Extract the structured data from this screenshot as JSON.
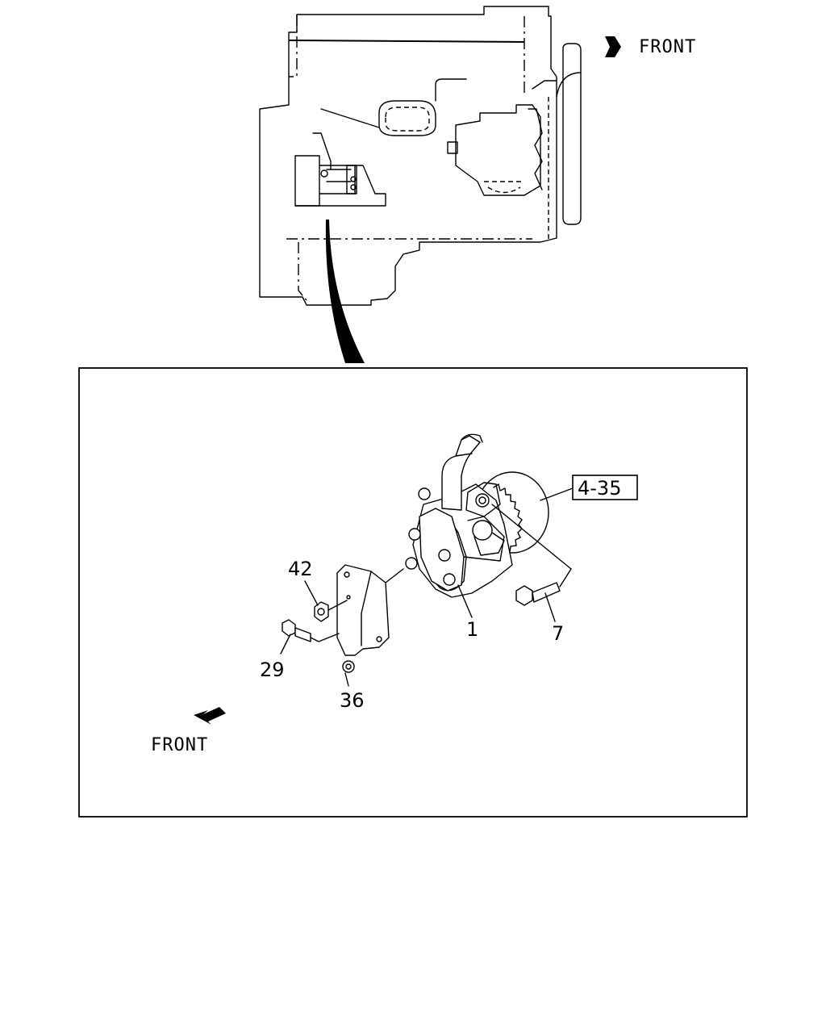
{
  "labels": {
    "front_top": "FRONT",
    "front_bottom": "FRONT",
    "ref_box": "4-35",
    "part_1": "1",
    "part_7": "7",
    "part_29": "29",
    "part_36": "36",
    "part_42": "42"
  }
}
